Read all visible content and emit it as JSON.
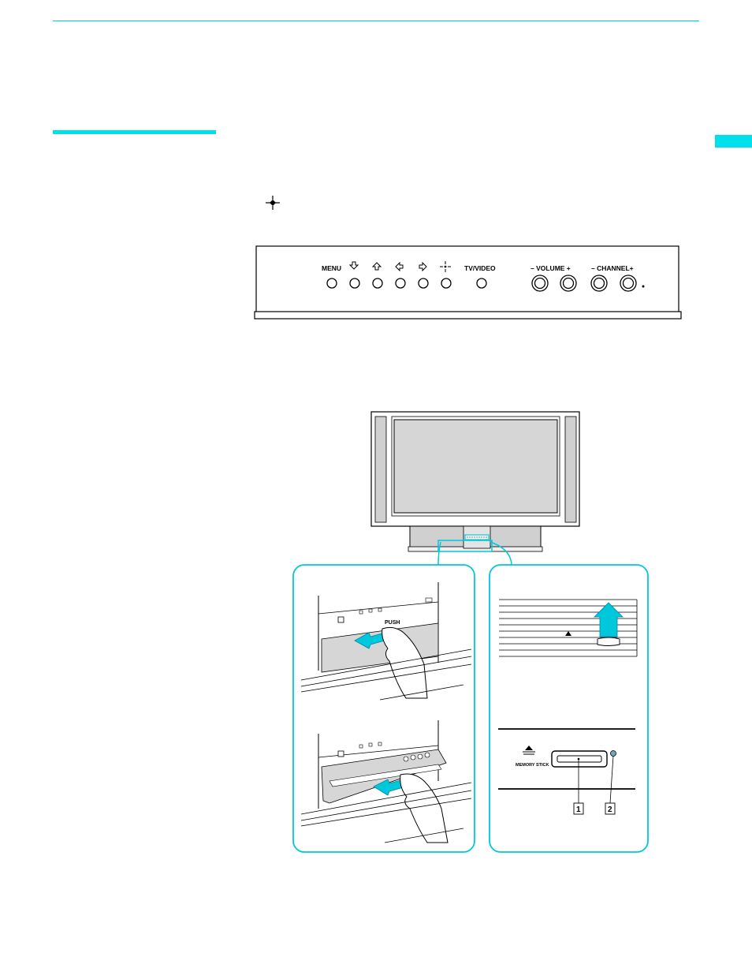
{
  "page": {
    "accent_color": "#00c8dc",
    "joystick_symbol_icon": "joystick-center-icon"
  },
  "control_panel": {
    "labels": {
      "menu": "MENU",
      "tv_video": "TV/VIDEO",
      "volume": "– VOLUME +",
      "channel": "– CHANNEL+"
    },
    "arrow_icons": [
      "down-arrow-icon",
      "up-arrow-icon",
      "left-arrow-icon",
      "right-arrow-icon",
      "joystick-center-icon"
    ]
  },
  "illustration": {
    "push_label": "PUSH",
    "memory_stick_label": "MEMORY STICK",
    "callout_1": "1",
    "callout_2": "2"
  }
}
